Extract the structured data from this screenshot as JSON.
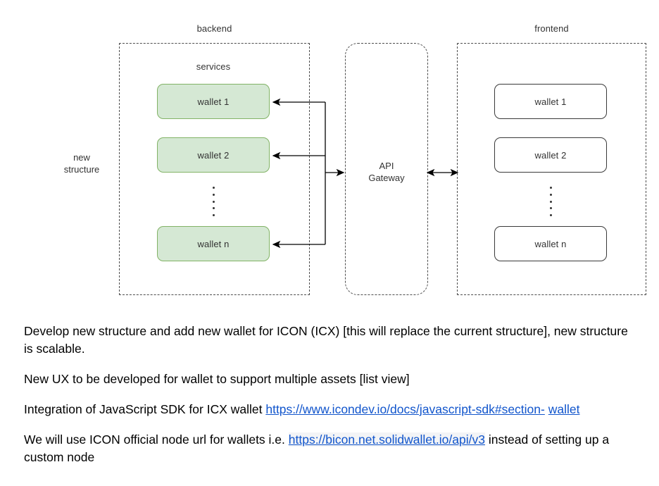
{
  "diagram": {
    "zones": [
      {
        "name": "backend",
        "label": "backend"
      },
      {
        "name": "gateway",
        "label": ""
      },
      {
        "name": "frontend",
        "label": "frontend"
      }
    ],
    "side_label": {
      "line1": "new",
      "line2": "structure"
    },
    "services_label": "services",
    "gateway": {
      "line1": "API",
      "line2": "Gateway"
    },
    "backend_wallets": [
      {
        "label": "wallet 1"
      },
      {
        "label": "wallet 2"
      },
      {
        "label": "wallet n"
      }
    ],
    "frontend_wallets": [
      {
        "label": "wallet 1"
      },
      {
        "label": "wallet 2"
      },
      {
        "label": "wallet n"
      }
    ],
    "ellipsis_dot_count": 5,
    "colors": {
      "wallet_fill": "#d5e8d4",
      "wallet_stroke": "#82b366",
      "frontend_stroke": "#3a3a3a",
      "zone_stroke": "#4d4d4d",
      "text": "#333333",
      "link": "#1155cc"
    }
  },
  "prose": {
    "p1": "Develop new structure and add new wallet for ICON (ICX) [this will replace the current structure], new structure is scalable.",
    "p2": "New UX to be developed for wallet to support multiple assets [list view]",
    "p3_prefix": "Integration of JavaScript SDK for ICX wallet ",
    "p3_link_a": "https://www.icondev.io/docs/javascript-sdk#section-",
    "p3_link_b": "wallet",
    "p4_prefix": "We will use ICON official node url for wallets i.e. ",
    "p4_link": "https://bicon.net.solidwallet.io/api/v3",
    "p4_suffix": "instead of setting up a custom node"
  }
}
